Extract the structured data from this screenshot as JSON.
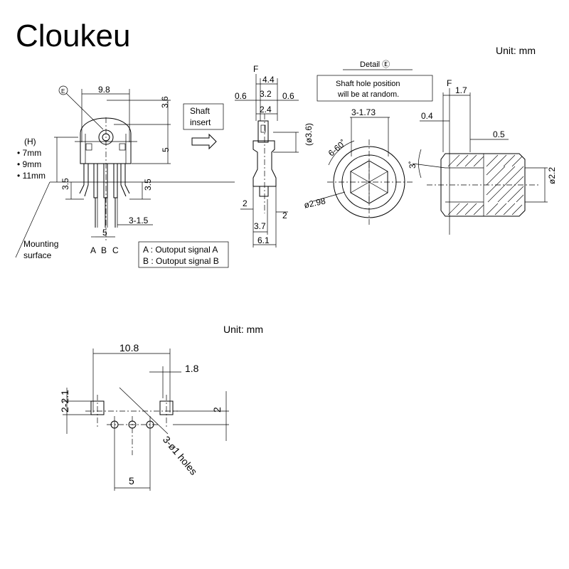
{
  "brand": "Cloukeu",
  "units": {
    "top": "Unit: mm",
    "bottom": "Unit: mm"
  },
  "labels": {
    "e_mark": "E",
    "h_title": "(H)",
    "h_7": "• 7mm",
    "h_9": "• 9mm",
    "h_11": "• 11mm",
    "mounting_surface_1": "Mounting",
    "mounting_surface_2": "surface",
    "pin_a": "A",
    "pin_b": "B",
    "pin_c": "C",
    "legend_a": "A : Outoput signal A",
    "legend_b": "B : Outoput signal B",
    "shaft_insert_1": "Shaft",
    "shaft_insert_2": "insert",
    "f_side": "F",
    "f_right": "F",
    "detail_title": "Detail Ⓔ",
    "detail_note_1": "Shaft hole position",
    "detail_note_2": "will be at random.",
    "holes_label": "3-ø1 holes"
  },
  "dimensions": {
    "front_width": "9.8",
    "front_top": "3.6",
    "front_mid": "5",
    "front_left_35": "3.5",
    "front_right_35": "3.5",
    "pin_pitch_note": "3-1.5",
    "pin_span": "5",
    "side_44": "4.4",
    "side_06_left": "0.6",
    "side_32": "3.2",
    "side_06_right": "0.6",
    "side_24": "2.4",
    "side_dia36": "(ø3.6)",
    "side_2_left": "2",
    "side_2_right": "2",
    "side_37": "3.7",
    "side_61": "6.1",
    "detail_173": "3-1.73",
    "detail_660": "6-60˚",
    "detail_298": "ø2.98",
    "right_17": "1.7",
    "right_04": "0.4",
    "right_05": "0.5",
    "right_3deg": "3˚",
    "right_dia22": "ø2.2",
    "pcb_108": "10.8",
    "pcb_18": "1.8",
    "pcb_221": "2-2.1",
    "pcb_2": "2",
    "pcb_5": "5"
  }
}
